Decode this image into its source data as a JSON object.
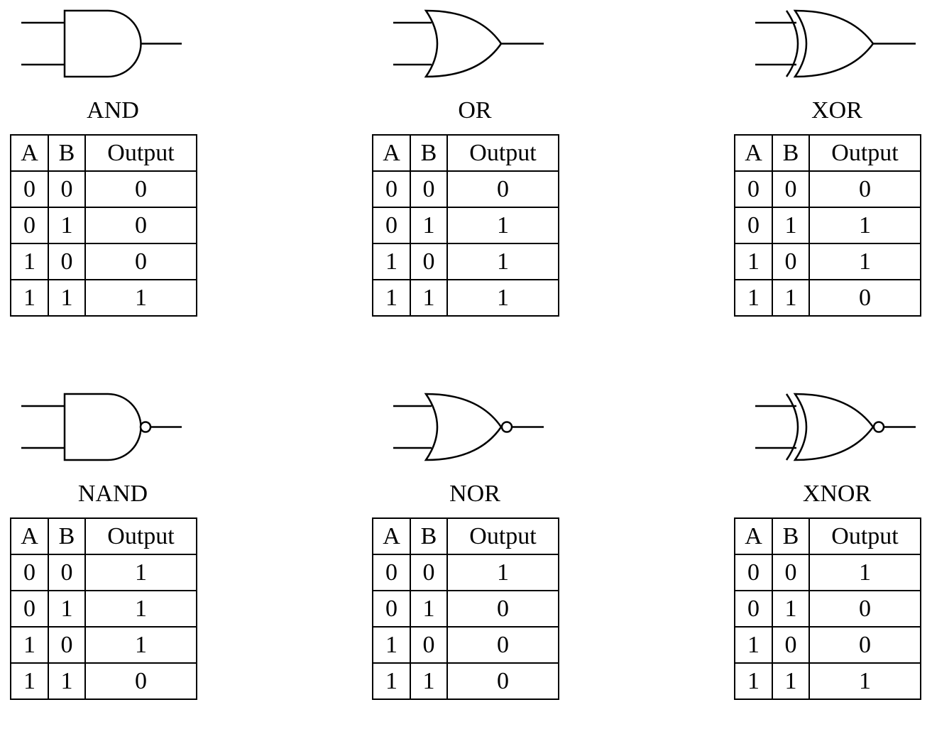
{
  "columns": [
    "A",
    "B",
    "Output"
  ],
  "gates": [
    {
      "name": "AND",
      "symbol": "and",
      "rows": [
        [
          "0",
          "0",
          "0"
        ],
        [
          "0",
          "1",
          "0"
        ],
        [
          "1",
          "0",
          "0"
        ],
        [
          "1",
          "1",
          "1"
        ]
      ]
    },
    {
      "name": "OR",
      "symbol": "or",
      "rows": [
        [
          "0",
          "0",
          "0"
        ],
        [
          "0",
          "1",
          "1"
        ],
        [
          "1",
          "0",
          "1"
        ],
        [
          "1",
          "1",
          "1"
        ]
      ]
    },
    {
      "name": "XOR",
      "symbol": "xor",
      "rows": [
        [
          "0",
          "0",
          "0"
        ],
        [
          "0",
          "1",
          "1"
        ],
        [
          "1",
          "0",
          "1"
        ],
        [
          "1",
          "1",
          "0"
        ]
      ]
    },
    {
      "name": "NAND",
      "symbol": "nand",
      "rows": [
        [
          "0",
          "0",
          "1"
        ],
        [
          "0",
          "1",
          "1"
        ],
        [
          "1",
          "0",
          "1"
        ],
        [
          "1",
          "1",
          "0"
        ]
      ]
    },
    {
      "name": "NOR",
      "symbol": "nor",
      "rows": [
        [
          "0",
          "0",
          "1"
        ],
        [
          "0",
          "1",
          "0"
        ],
        [
          "1",
          "0",
          "0"
        ],
        [
          "1",
          "1",
          "0"
        ]
      ]
    },
    {
      "name": "XNOR",
      "symbol": "xnor",
      "rows": [
        [
          "0",
          "0",
          "1"
        ],
        [
          "0",
          "1",
          "0"
        ],
        [
          "1",
          "0",
          "0"
        ],
        [
          "1",
          "1",
          "1"
        ]
      ]
    }
  ]
}
